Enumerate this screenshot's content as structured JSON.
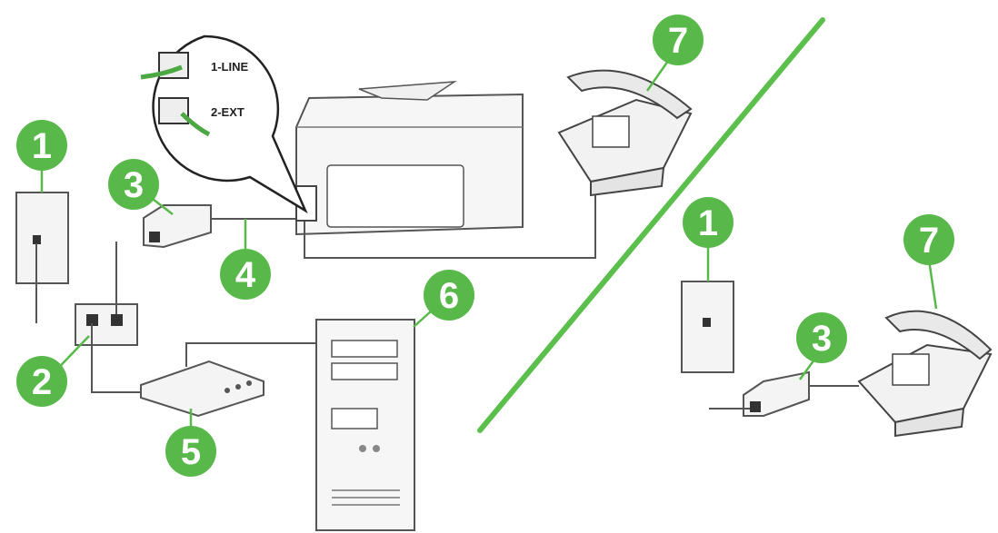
{
  "callouts": {
    "left": {
      "wall_jack": "1",
      "dsl_splitter": "2",
      "parallel_splitter": "3",
      "phone_cord": "4",
      "modem": "5",
      "computer": "6",
      "telephone": "7"
    },
    "right": {
      "wall_jack": "1",
      "adapter": "3",
      "telephone": "7"
    }
  },
  "port_labels": {
    "line": "1-LINE",
    "ext": "2-EXT"
  },
  "colors": {
    "callout_green": "#58b94a",
    "divider_green": "#5bbf4c",
    "line_gray": "#5a5a5a",
    "device_fill": "#f4f4f4"
  }
}
